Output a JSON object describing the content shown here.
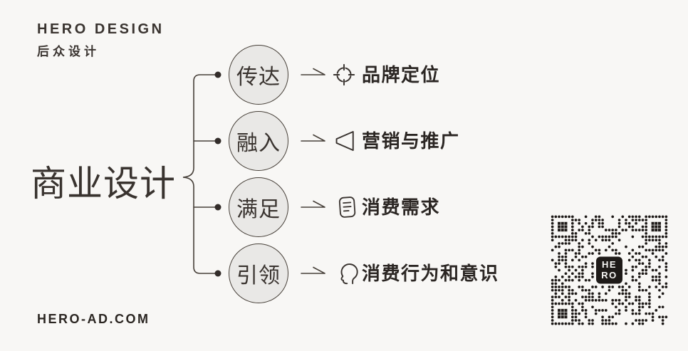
{
  "brand": {
    "name_en": "HERO DESIGN",
    "name_zh": "后众设计",
    "website": "HERO-AD.COM"
  },
  "diagram": {
    "root": "商业设计",
    "rows": [
      {
        "node": "传达",
        "icon": "target-icon",
        "label": "品牌定位"
      },
      {
        "node": "融入",
        "icon": "speaker-icon",
        "label": "营销与推广"
      },
      {
        "node": "满足",
        "icon": "document-icon",
        "label": "消费需求"
      },
      {
        "node": "引领",
        "icon": "head-profile-icon",
        "label": "消费行为和意识"
      }
    ]
  },
  "qr": {
    "center_text_line1": "HE",
    "center_text_line2": "RO"
  },
  "colors": {
    "background": "#f8f7f5",
    "ink": "#39332f",
    "line": "#474039",
    "node_fill": "#e9e8e6",
    "label_ink": "#2b2623",
    "qr_ink": "#1e1a18"
  }
}
